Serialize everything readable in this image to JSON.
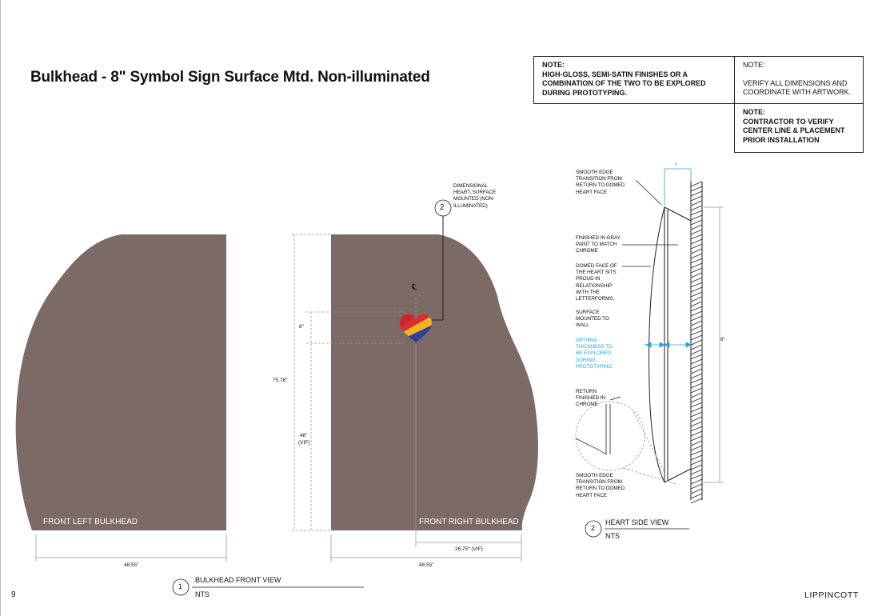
{
  "page": {
    "title": "Bulkhead - 8\" Symbol Sign Surface Mtd. Non-illuminated",
    "page_number": "9",
    "brand": "LIPPINCOTT"
  },
  "notes": {
    "finish": {
      "label": "NOTE:",
      "text": "HIGH-GLOSS, SEMI-SATIN FINISHES OR A COMBINATION OF THE TWO TO BE EXPLORED DURING PROTOTYPING."
    },
    "verify": {
      "label": "NOTE:",
      "text": "VERIFY ALL DIMENSIONS AND COORDINATE WITH ARTWORK."
    },
    "contractor": {
      "label": "NOTE:",
      "text": "CONTRACTOR TO VERIFY CENTER LINE & PLACEMENT PRIOR INSTALLATION"
    }
  },
  "front_view": {
    "left_label": "FRONT LEFT BULKHEAD",
    "right_label": "FRONT RIGHT BULKHEAD",
    "callout_number": "2",
    "callout_text": "DIMENSIONAL HEART, SURFACE MOUNTED (NON-ILLUMINATED)",
    "centerline": "℄",
    "dims": {
      "heart_height": "8\"",
      "total_height": "75.78\"",
      "floor_to_center": "48\"",
      "floor_to_center_note": "(VIF)",
      "left_width": "48.55\"",
      "right_width": "48.55\"",
      "right_offset": "26.75\" (VIF)"
    },
    "caption_number": "1",
    "caption_title": "BULKHEAD FRONT VIEW",
    "caption_scale": "NTS"
  },
  "side_view": {
    "x_dim": "x",
    "height_dim": "8\"",
    "notes": [
      "SMOOTH EDGE TRANSITION FROM RETURN TO DOMED HEART FACE",
      "FINISHED IN GRAY PAINT TO MATCH CHROME",
      "DOMED FACE OF THE HEART SITS PROUD IN RELATIONSHIP WITH THE LETTERFORMS.",
      "SURFACE MOUNTED TO WALL",
      "OPTIMAL THICKNESS TO BE EXPLORED DURING PROTOTYPING",
      "RETURN FINISHED IN CHROME",
      "SMOOTH EDGE TRANSITION FROM RETURN TO DOMED HEART FACE"
    ],
    "caption_number": "2",
    "caption_title": "HEART SIDE VIEW",
    "caption_scale": "NTS"
  },
  "colors": {
    "bulkhead": "#7b6a65",
    "accent_blue": "#2aa0dd",
    "heart_red": "#d3202f",
    "heart_yellow": "#f6b222",
    "heart_blue": "#2c4296"
  }
}
